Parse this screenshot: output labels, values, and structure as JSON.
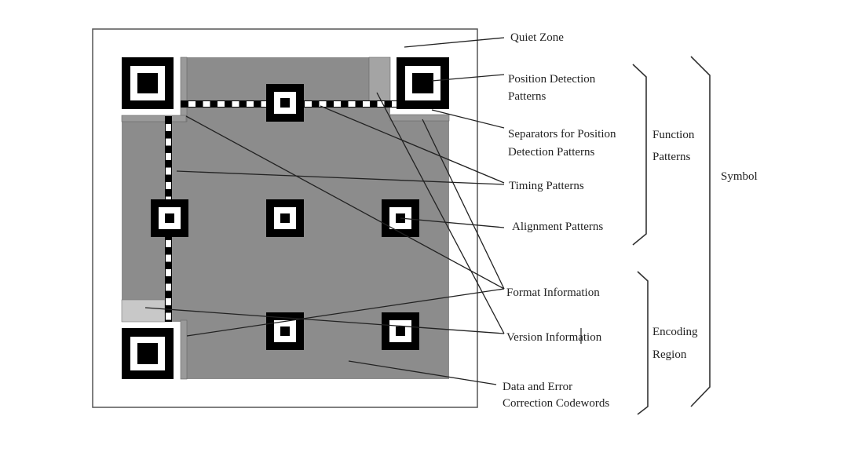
{
  "title": "QR Code Symbol Structure",
  "colors": {
    "module_dark": "#000000",
    "module_light": "#ffffff",
    "encoding_region": "#8c8c8c",
    "separator": "#9a9a9a",
    "format_info_light": "#c8c8c8",
    "border": "#555555"
  },
  "labels": {
    "quiet_zone": "Quiet Zone",
    "position_detection": [
      "Position Detection",
      "Patterns"
    ],
    "separators": [
      "Separators for Position",
      "Detection Patterns"
    ],
    "timing": "Timing Patterns",
    "alignment": "Alignment Patterns",
    "format_info": "Format Information",
    "version_info": "Version Information",
    "data_codewords": [
      "Data and Error",
      "Correction Codewords"
    ]
  },
  "groups": {
    "function_patterns": [
      "Function",
      "Patterns"
    ],
    "encoding_region": [
      "Encoding",
      "Region"
    ],
    "symbol": "Symbol"
  }
}
